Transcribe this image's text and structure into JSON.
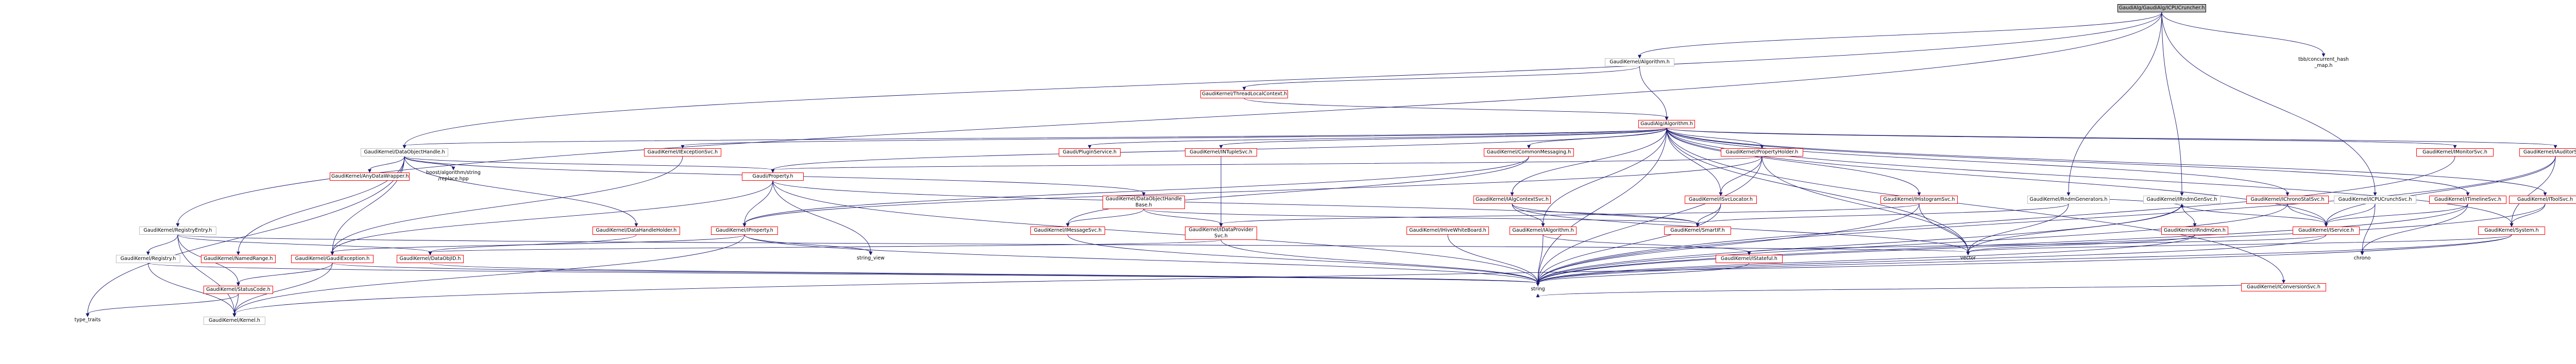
{
  "graph": {
    "root": "GaudiAlg/GaudiAlg/ICPUCruncher.h",
    "nodes": {
      "root": "GaudiAlg/GaudiAlg/ICPUCruncher.h",
      "algorithm": "GaudiKernel/Algorithm.h",
      "tbb_hash": "tbb/concurrent_hash\n_map.h",
      "threadlocal": "GaudiKernel/ThreadLocalContext.h",
      "ialgorithm": "GaudiAlg/Algorithm.h",
      "dataobjecthandle": "GaudiKernel/DataObjectHandle.h",
      "iexceptionsvc": "GaudiKernel/IExceptionSvc.h",
      "pluginservice": "Gaudi/PluginService.h",
      "intupleSvc": "GaudiKernel/INTupleSvc.h",
      "commonmessaging": "GaudiKernel/CommonMessaging.h",
      "propertyholder": "GaudiKernel/PropertyHolder.h",
      "ihistogramsvc": "GaudiKernel/IHistogramSvc.h",
      "rndmgenerators": "GaudiKernel/RndmGenerators.h",
      "irndmgensvc": "GaudiKernel/IRndmGenSvc.h",
      "ichronostatsvc": "GaudiKernel/IChronoStatSvc.h",
      "icpucrunchsvc": "GaudiKernel/ICPUCrunchSvc.h",
      "itimelinesvc": "GaudiKernel/ITimelineSvc.h",
      "imonitorsvc": "GaudiKernel/IMonitorSvc.h",
      "ifibrosvc": "GaudiKernel/IToolSvc.h",
      "iauditorsvc": "GaudiKernel/IAuditorSvc.h",
      "anydatawrapper": "GaudiKernel/AnyDataWrapper.h",
      "boost_replace": "boost/algorithm/string\n/replace.hpp",
      "dataobjecthandlebase": "GaudiKernel/DataObjectHandle\nBase.h",
      "property": "Gaudi/Property.h",
      "ialgcontextsvc": "GaudiKernel/IAlgContextSvc.h",
      "isvclocator": "GaudiKernel/ISvcLocator.h",
      "registryentry": "GaudiKernel/RegistryEntry.h",
      "datahandleholder": "GaudiKernel/DataHandleHolder.h",
      "ihivewhiteboard": "GaudiKernel/IHiveWhiteBoard.h",
      "idataprovidersvc": "GaudiKernel/IDataProvider\nSvc.h",
      "ialgorithm2": "GaudiKernel/IAlgorithm.h",
      "ismartif": "GaudiKernel/SmartIF.h",
      "irndmgen": "GaudiKernel/IRndmGen.h",
      "iservice": "GaudiKernel/IService.h",
      "iproperty": "GaudiKernel/IProperty.h",
      "imessagesvc": "GaudiKernel/IMessageSvc.h",
      "system": "GaudiKernel/System.h",
      "registry": "GaudiKernel/Registry.h",
      "namedrange": "GaudiKernel/NamedRange.h",
      "gaudiexception": "GaudiKernel/GaudiException.h",
      "dataobjid": "GaudiKernel/DataObjID.h",
      "istateful": "GaudiKernel/IStateful.h",
      "iconversionsvc": "GaudiKernel/IConversionSvc.h",
      "string_view": "string_view",
      "vector": "vector",
      "chrono": "chrono",
      "statuscode": "GaudiKernel/StatusCode.h",
      "string": "string",
      "type_traits": "type_traits",
      "kernel": "GaudiKernel/Kernel.h"
    }
  }
}
